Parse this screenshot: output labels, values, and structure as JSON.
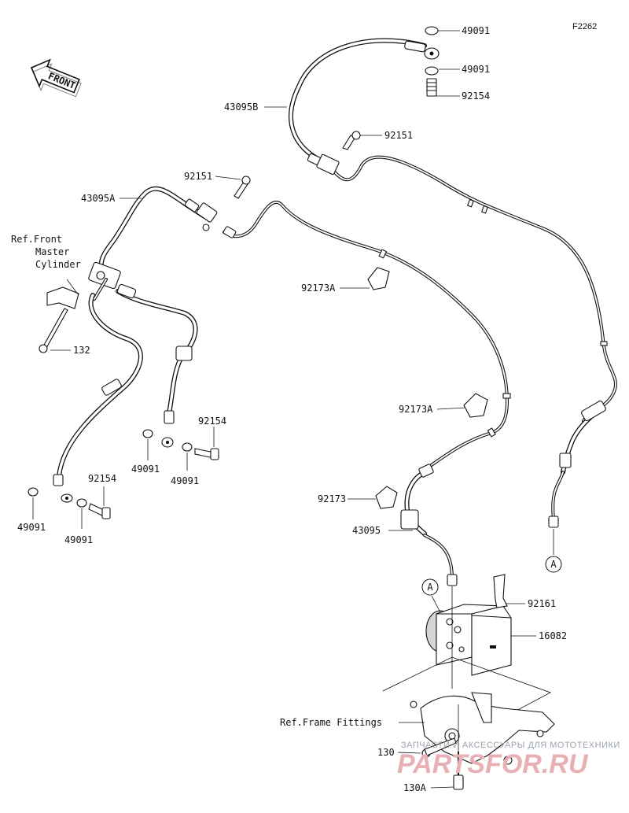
{
  "figure_code": "F2262",
  "front_arrow_text": "FRONT",
  "labels": {
    "l_49091_top1": "49091",
    "l_49091_top2": "49091",
    "l_92154_top": "92154",
    "l_43095B": "43095B",
    "l_92151_right": "92151",
    "l_92151_left": "92151",
    "l_43095A": "43095A",
    "l_ref_front_1": "Ref.Front",
    "l_ref_front_2": "Master",
    "l_ref_front_3": "Cylinder",
    "l_132": "132",
    "l_92173A_1": "92173A",
    "l_92173A_2": "92173A",
    "l_92173": "92173",
    "l_43095": "43095",
    "l_92154_mid": "92154",
    "l_49091_mid1": "49091",
    "l_49091_mid2": "49091",
    "l_92154_low": "92154",
    "l_49091_low1": "49091",
    "l_49091_low2": "49091",
    "l_92161": "92161",
    "l_16082": "16082",
    "l_ref_frame": "Ref.Frame Fittings",
    "l_130": "130",
    "l_130A": "130A"
  },
  "connectors": {
    "a_right": "A",
    "a_abs": "A"
  },
  "watermark": {
    "line1": "ЗАПЧАСТИ И АКСЕССУАРЫ ДЛЯ МОТОТЕХНИКИ",
    "line2": "PARTSFOR.RU"
  }
}
